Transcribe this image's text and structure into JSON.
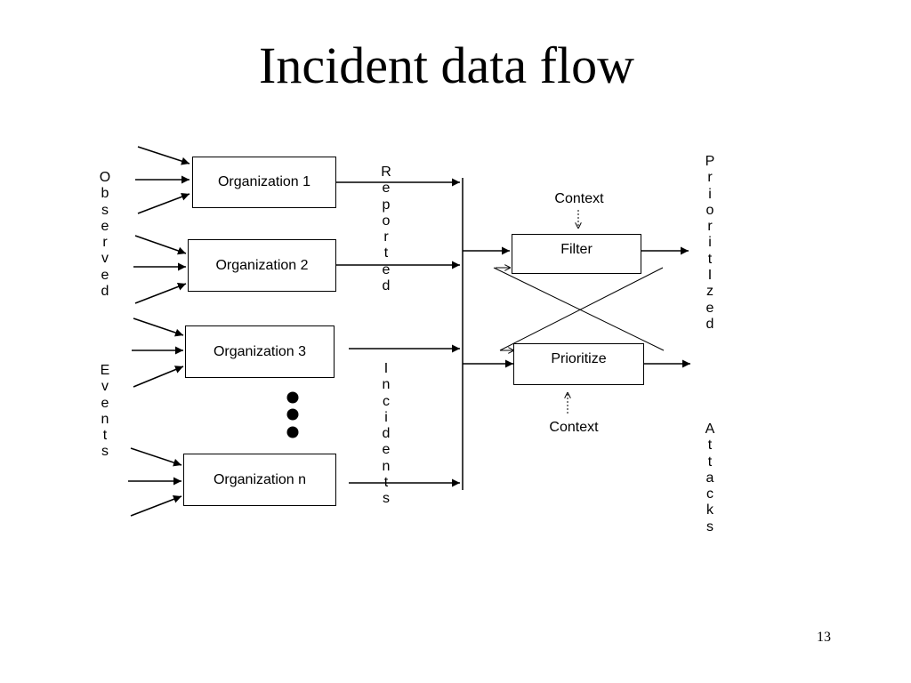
{
  "slide": {
    "title": "Incident data flow",
    "page_number": "13"
  },
  "labels": {
    "observed": "Observed",
    "events": "Events",
    "reported": "Reported",
    "incidents": "Incidents",
    "prioritized": "PrioritIzed",
    "attacks": "Attacks"
  },
  "organizations": [
    {
      "label": "Organization 1"
    },
    {
      "label": "Organization 2"
    },
    {
      "label": "Organization 3"
    },
    {
      "label": "Organization n"
    }
  ],
  "processes": {
    "filter": "Filter",
    "prioritize": "Prioritize"
  },
  "context": {
    "top": "Context",
    "bottom": "Context"
  },
  "colors": {
    "line": "#000000",
    "background": "#ffffff"
  }
}
